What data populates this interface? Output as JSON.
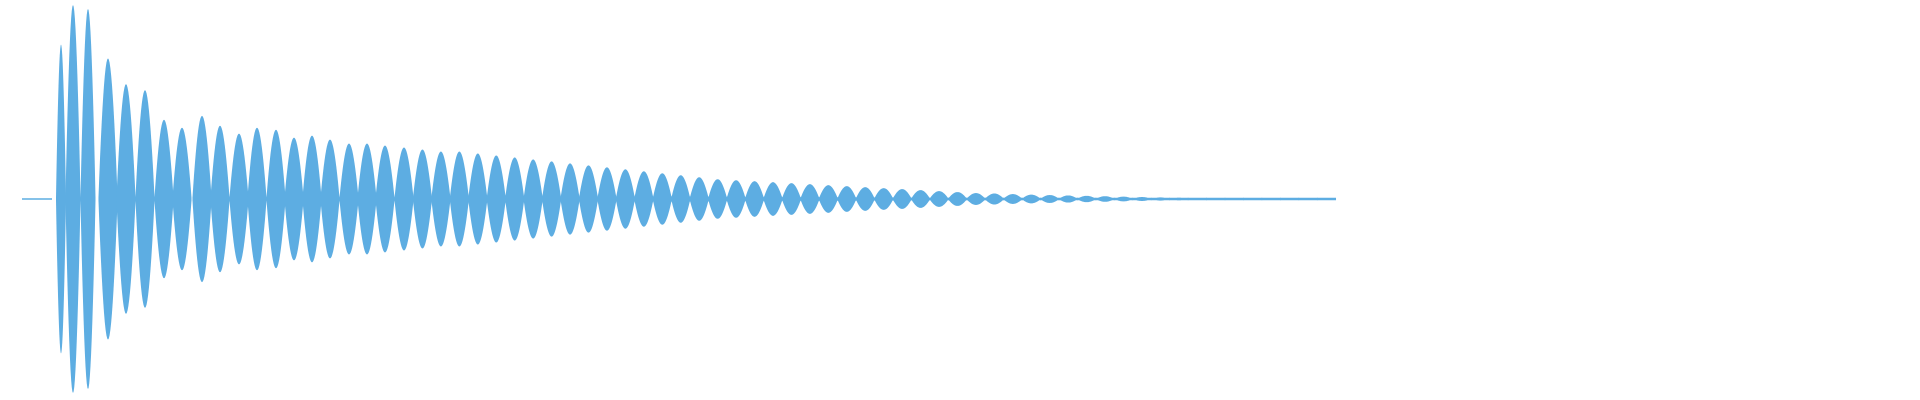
{
  "chart_data": {
    "type": "area",
    "description_of_mark": "waveform",
    "color": "#5DADE2",
    "background": "#FFFFFF",
    "axes_visible": false,
    "grid": false,
    "ylim": [
      -1,
      1
    ],
    "lobe_peak_amplitudes": [
      0.78,
      0.98,
      0.96,
      0.71,
      0.58,
      0.55,
      0.4,
      0.36,
      0.42,
      0.37,
      0.33,
      0.36,
      0.35,
      0.31,
      0.32,
      0.3,
      0.28,
      0.28,
      0.27,
      0.26,
      0.25,
      0.24,
      0.24,
      0.23,
      0.22,
      0.21,
      0.2,
      0.19,
      0.18,
      0.17,
      0.16,
      0.15,
      0.14,
      0.13,
      0.12,
      0.11,
      0.1,
      0.095,
      0.09,
      0.085,
      0.08,
      0.075,
      0.07,
      0.065,
      0.06,
      0.055,
      0.05,
      0.045,
      0.04,
      0.035,
      0.03,
      0.028,
      0.025,
      0.022,
      0.02,
      0.018,
      0.016,
      0.014,
      0.012,
      0.01,
      0.008,
      0.007,
      0.006,
      0.005,
      0.004,
      0.003,
      0.003,
      0.002,
      0.002,
      0.001
    ]
  }
}
